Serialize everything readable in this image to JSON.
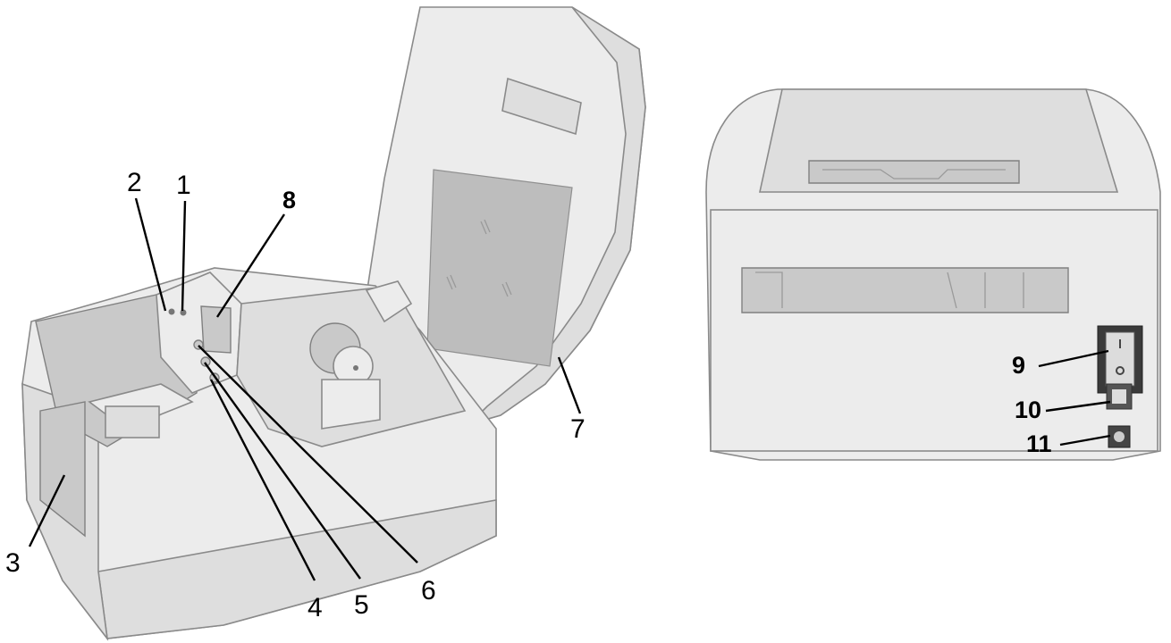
{
  "callouts": {
    "n1": "1",
    "n2": "2",
    "n3": "3",
    "n4": "4",
    "n5": "5",
    "n6": "6",
    "n7": "7",
    "n8": "8",
    "n9": "9",
    "n10": "10",
    "n11": "11"
  },
  "colors": {
    "body": "#ececec",
    "shadow": "#c9c9c9",
    "window": "#bdbdbd",
    "text": "#000000"
  }
}
